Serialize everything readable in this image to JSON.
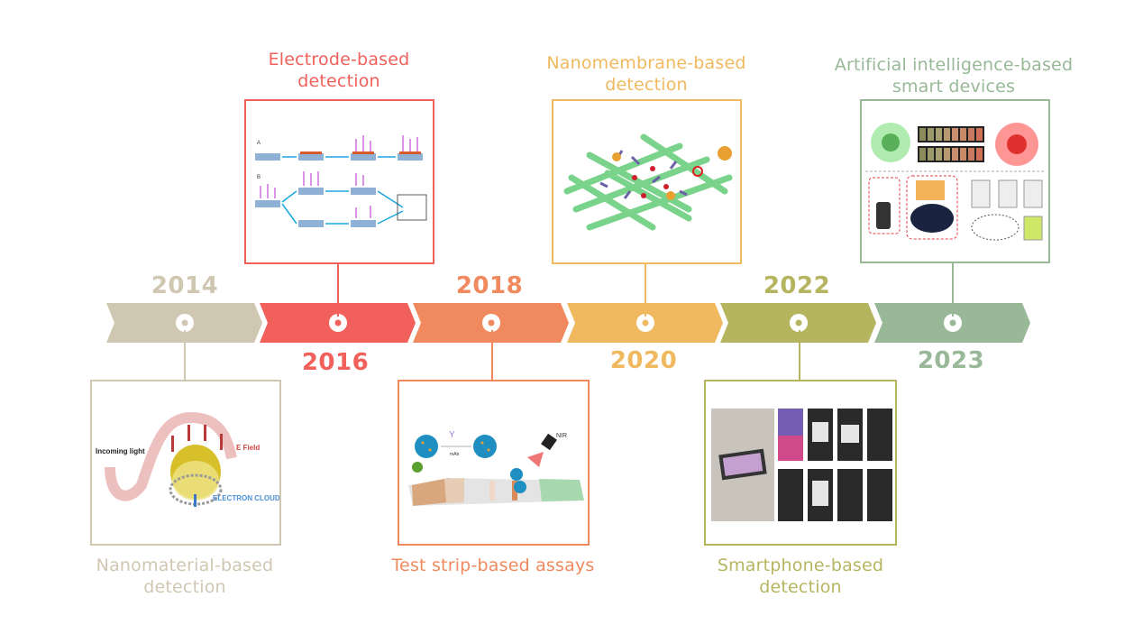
{
  "colors": {
    "2014": "#d0c7b3",
    "2016": "#f2605c",
    "2018": "#f0895e",
    "2020": "#f0b960",
    "2022": "#b6b55f",
    "2023": "#98b898"
  },
  "milestones": [
    {
      "year": "2014",
      "label": "Nanomaterial-based detection",
      "label_lines": [
        "Nanomaterial-based",
        "detection"
      ],
      "position": "below",
      "figure_text": {
        "incoming_light": "Incoming light",
        "e_field": "E Field",
        "electron_cloud": "ELECTRON CLOUD"
      }
    },
    {
      "year": "2016",
      "label": "Electrode-based detection",
      "label_lines": [
        "Electrode-based",
        "detection"
      ],
      "position": "above",
      "figure_text": {
        "a": "A",
        "b": "B"
      }
    },
    {
      "year": "2018",
      "label": "Test strip-based assays",
      "label_lines": [
        "Test strip-based assays",
        ""
      ],
      "position": "below",
      "figure_text": {
        "mab": "mAb",
        "nir": "NIR"
      }
    },
    {
      "year": "2020",
      "label": "Nanomembrane-based detection",
      "label_lines": [
        "Nanomembrane-based",
        "detection"
      ],
      "position": "above"
    },
    {
      "year": "2022",
      "label": "Smartphone-based detection",
      "label_lines": [
        "Smartphone-based",
        "detection"
      ],
      "position": "below"
    },
    {
      "year": "2023",
      "label": "Artificial intelligence-based smart devices",
      "label_lines": [
        "Artificial intelligence-based",
        "smart devices"
      ],
      "position": "above"
    }
  ]
}
